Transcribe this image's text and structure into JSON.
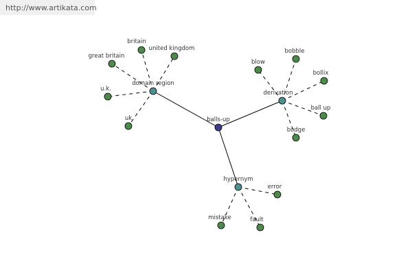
{
  "banner": {
    "url": "http://www.artikata.com"
  },
  "colors": {
    "root": "#3d3d8a",
    "category": "#4f8f8f",
    "leaf": "#4e8a4e",
    "edge": "#000000"
  },
  "graph": {
    "root": {
      "id": "balls-up",
      "label": "balls-up"
    },
    "categories": [
      {
        "id": "domain-region",
        "label": "domain region",
        "leaves": [
          "britain",
          "united kingdom",
          "great britain",
          "u.k.",
          "uk"
        ]
      },
      {
        "id": "derivation",
        "label": "derivation",
        "leaves": [
          "blow",
          "bobble",
          "bollix",
          "ball up",
          "bodge"
        ]
      },
      {
        "id": "hypernym",
        "label": "hypernym",
        "leaves": [
          "error",
          "mistake",
          "fault"
        ]
      }
    ]
  }
}
